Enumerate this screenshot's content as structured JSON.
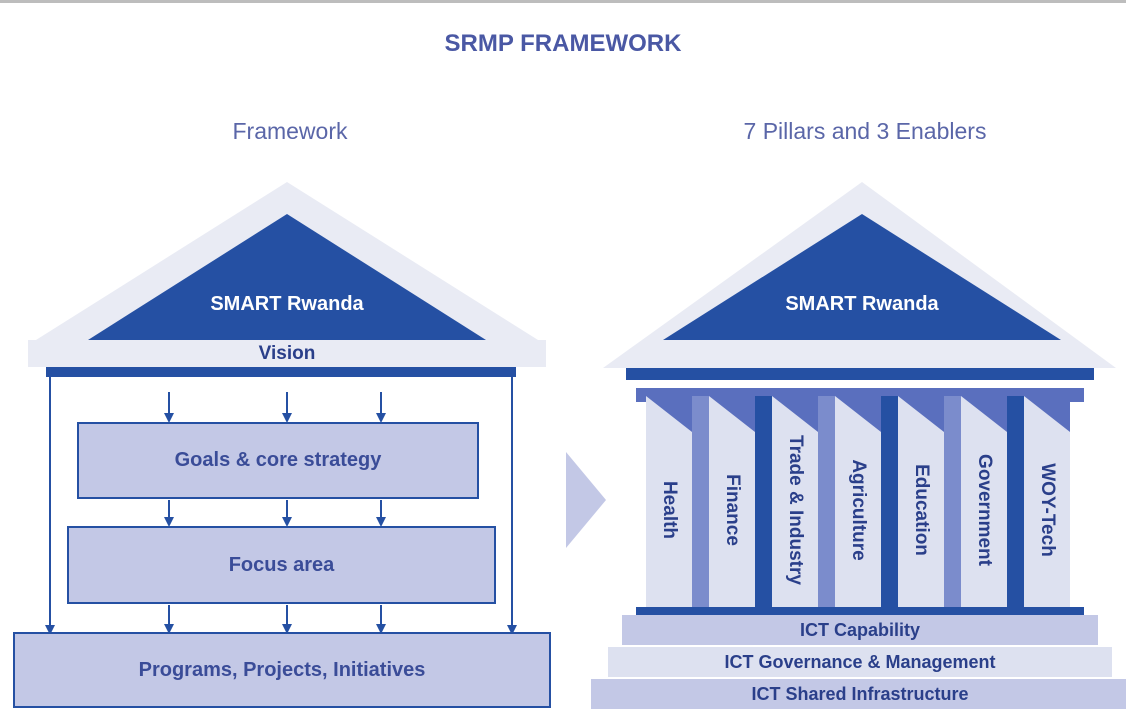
{
  "title": "SRMP FRAMEWORK",
  "left": {
    "subtitle": "Framework",
    "roof_label": "SMART Rwanda",
    "vision_label": "Vision",
    "goals_label": "Goals & core strategy",
    "focus_label": "Focus area",
    "programs_label": "Programs, Projects, Initiatives"
  },
  "right": {
    "subtitle": "7 Pillars and 3 Enablers",
    "roof_label": "SMART Rwanda",
    "pillars": [
      "Health",
      "Finance",
      "Trade & Industry",
      "Agriculture",
      "Education",
      "Government",
      "WOY-Tech"
    ],
    "enablers": [
      "ICT Capability",
      "ICT Governance & Management",
      "ICT Shared Infrastructure"
    ]
  },
  "colors": {
    "navy": "#2550a3",
    "light_fill": "#c3c8e6",
    "pale_fill": "#dde1f0",
    "roof_light": "#e9ebf4",
    "text_blue": "#3a4c98"
  }
}
